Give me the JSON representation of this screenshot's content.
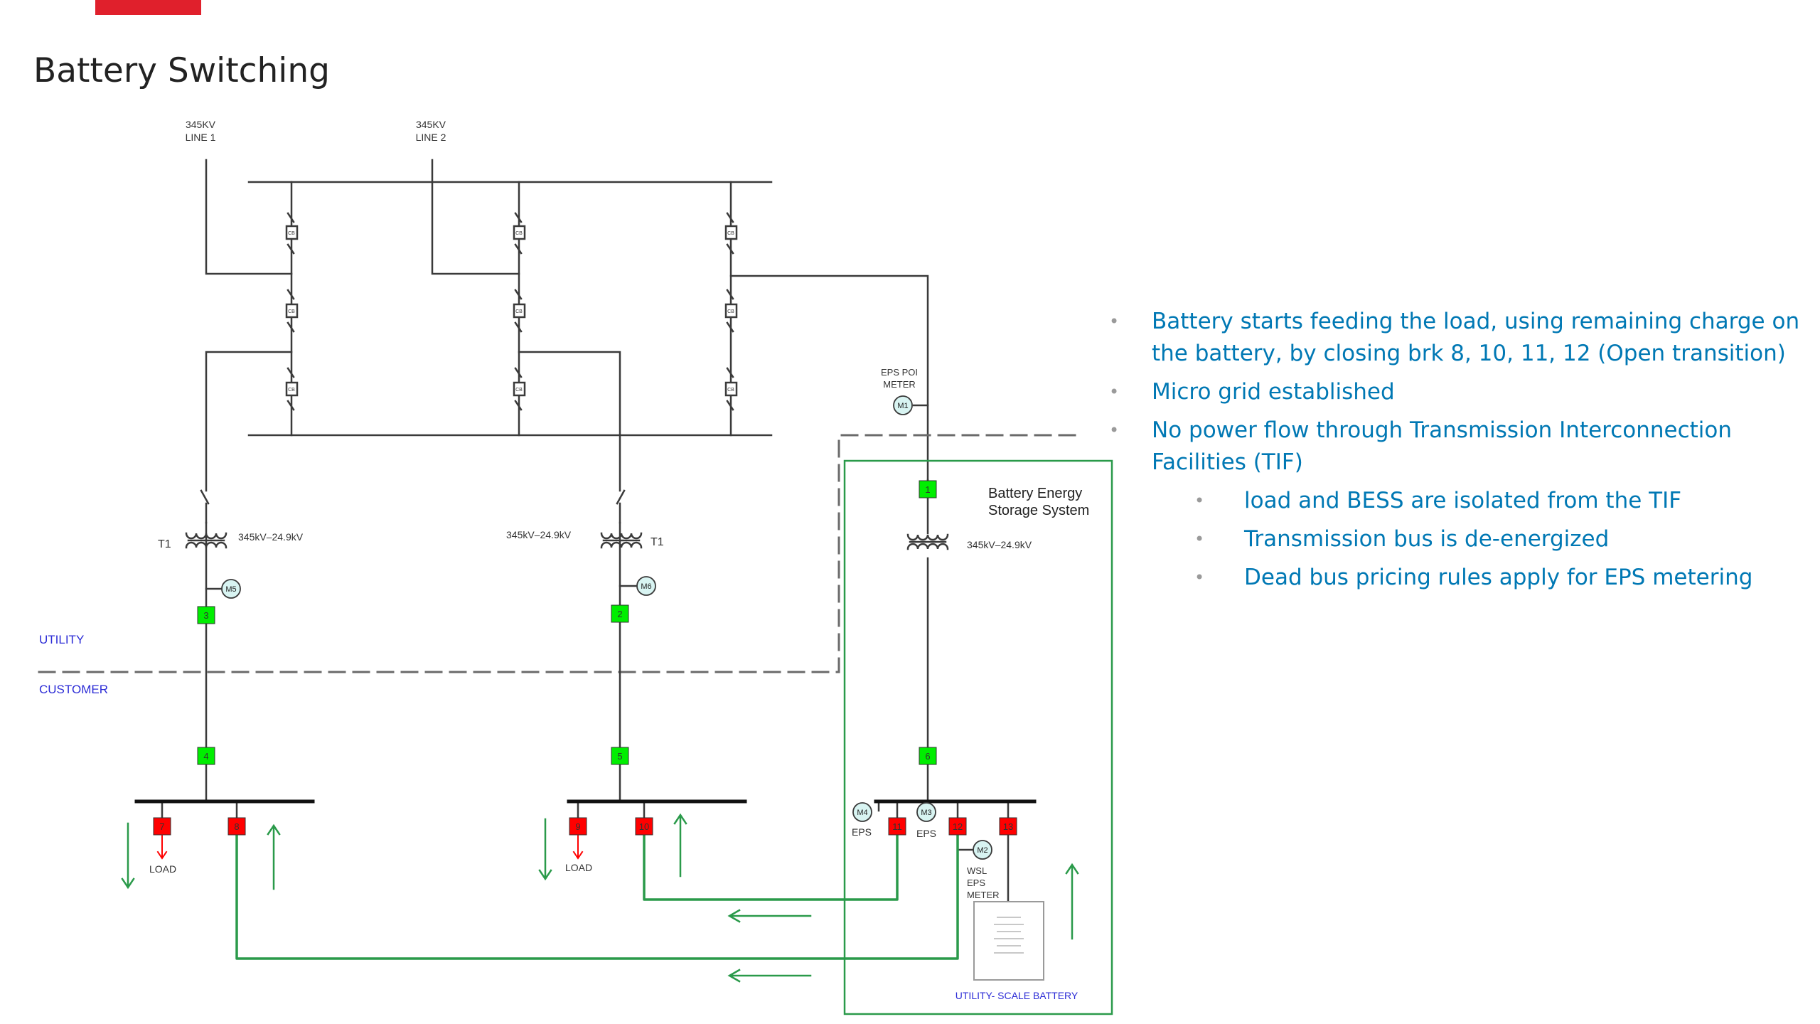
{
  "title": "Battery Switching",
  "colors": {
    "accent": "#e0202c",
    "text": "#0078b4",
    "closed_breaker": "#ff0000",
    "open_breaker": "#00ee00",
    "flow": "#2a9a4a",
    "line": "#3a3a3a",
    "boundary_label": "#2b2bd6"
  },
  "diagram": {
    "line1_label": [
      "345KV",
      "LINE 1"
    ],
    "line2_label": [
      "345KV",
      "LINE 2"
    ],
    "cb_label": "CB",
    "eps_poi_meter": [
      "EPS POI",
      "METER"
    ],
    "meters": {
      "m1": "M1",
      "m2": "M2",
      "m3": "M3",
      "m4": "M4",
      "m5": "M5",
      "m6": "M6"
    },
    "transformer_left": {
      "name": "T1",
      "rating": "345kV–24.9kV"
    },
    "transformer_middle": {
      "name": "T1",
      "rating": "345kV–24.9kV"
    },
    "transformer_bess": {
      "rating": "345kV–24.9kV"
    },
    "bess_label": [
      "Battery Energy",
      "Storage System"
    ],
    "utility_label": "UTILITY",
    "customer_label": "CUSTOMER",
    "load_label": "LOAD",
    "eps_label": "EPS",
    "wsl_eps_meter": [
      "WSL",
      "EPS",
      "METER"
    ],
    "battery_label": "UTILITY- SCALE BATTERY",
    "breakers": [
      "1",
      "2",
      "3",
      "4",
      "5",
      "6",
      "7",
      "8",
      "9",
      "10",
      "11",
      "12",
      "13"
    ]
  },
  "bullets": [
    {
      "level": 1,
      "text": "Battery starts feeding the load, using remaining charge on the battery, by closing brk 8, 10, 11, 12 (Open transition)"
    },
    {
      "level": 1,
      "text": "Micro grid established"
    },
    {
      "level": 1,
      "text": "No power flow through Transmission Interconnection Facilities (TIF)"
    },
    {
      "level": 2,
      "text": "load and BESS are isolated from the TIF"
    },
    {
      "level": 2,
      "text": "Transmission bus is de-energized"
    },
    {
      "level": 2,
      "text": "Dead bus pricing rules apply for EPS metering"
    }
  ]
}
